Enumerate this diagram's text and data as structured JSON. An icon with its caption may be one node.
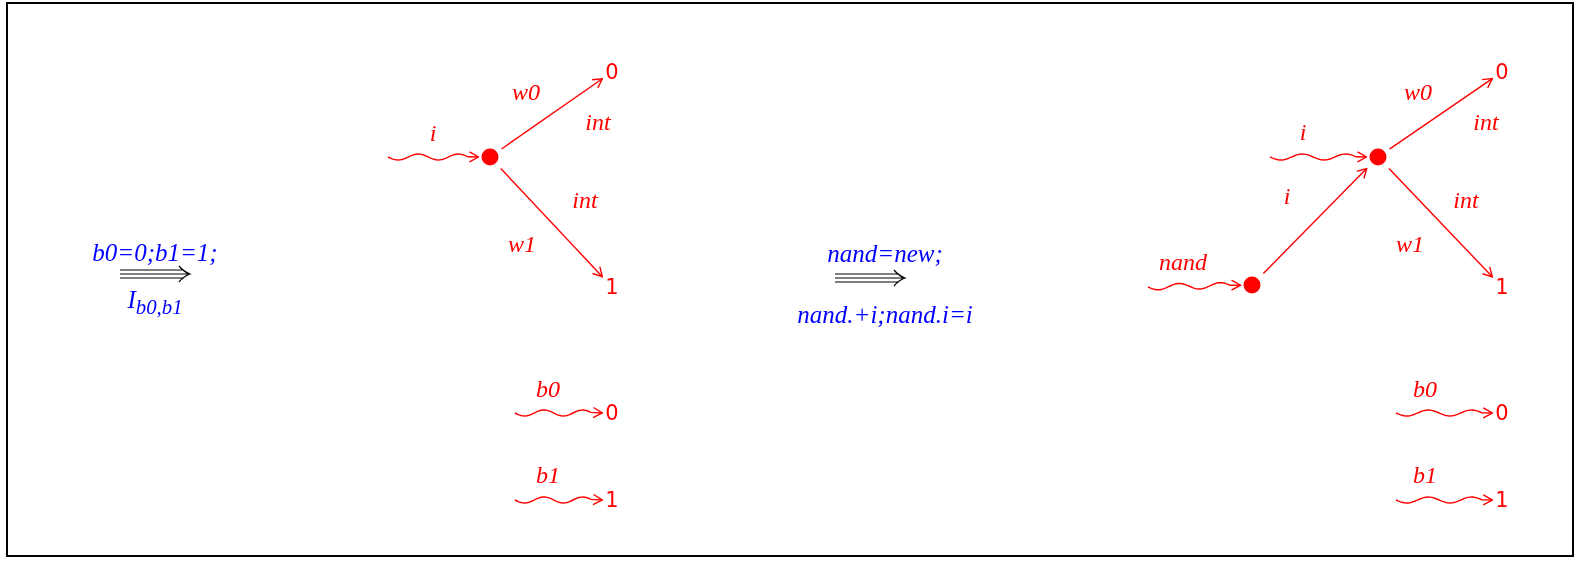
{
  "diagram": {
    "nodes": [
      {
        "text": [],
        "shape": "circle"
      },
      {
        "text": [
          "0"
        ]
      },
      {
        "text": [
          "1"
        ]
      },
      {
        "text": [
          "0"
        ]
      },
      {
        "text": [
          "1"
        ]
      },
      {
        "text": [],
        "shape": "circle"
      },
      {
        "text": [],
        "shape": "circle"
      },
      {
        "text": [
          "0"
        ]
      },
      {
        "text": [
          "1"
        ]
      },
      {
        "text": [
          "0"
        ]
      },
      {
        "text": [
          "1"
        ]
      }
    ],
    "edges": [
      {
        "from": null,
        "to": 0,
        "arrow": "to",
        "label": "i"
      },
      {
        "from": 0,
        "to": 1,
        "arrow": "to",
        "label": "w0"
      },
      {
        "from": 0,
        "to": 2,
        "arrow": "to",
        "label": "w1"
      },
      {
        "from": null,
        "to": 3,
        "arrow": "to",
        "label": "b0"
      },
      {
        "from": null,
        "to": 4,
        "arrow": "to",
        "label": "b1"
      },
      {
        "from": null,
        "to": 5,
        "arrow": "to",
        "label": "i"
      },
      {
        "from": null,
        "to": 6,
        "arrow": "to",
        "label": "nand"
      },
      {
        "from": 6,
        "to": 5,
        "arrow": "to",
        "label": "i"
      },
      {
        "from": 5,
        "to": 7,
        "arrow": "to",
        "label": "w0"
      },
      {
        "from": 5,
        "to": 8,
        "arrow": "to",
        "label": "w1"
      },
      {
        "from": null,
        "to": 9,
        "arrow": "to",
        "label": "b0"
      },
      {
        "from": null,
        "to": 10,
        "arrow": "to",
        "label": "b1"
      }
    ],
    "labels": [
      "b0=0;b1=1;",
      "I$_{b0,b1}$",
      "int",
      "int",
      "nand=new;",
      "nand.+i;nand.i=i",
      "int",
      "int"
    ]
  }
}
